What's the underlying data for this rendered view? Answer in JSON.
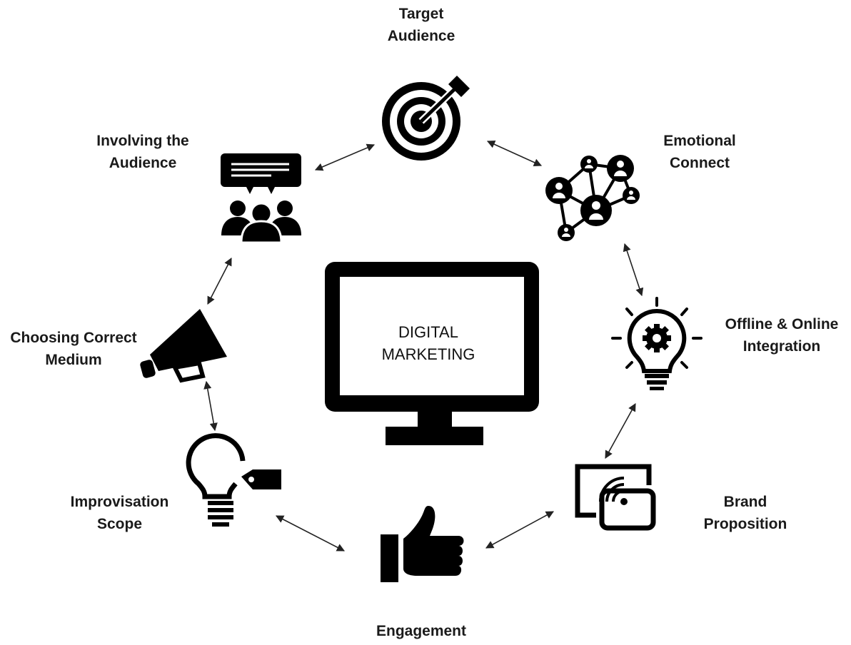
{
  "center": {
    "line1": "DIGITAL",
    "line2": "MARKETING"
  },
  "nodes": [
    {
      "id": "target-audience",
      "lines": [
        "Target",
        "Audience"
      ],
      "icon": "target-icon"
    },
    {
      "id": "emotional-connect",
      "lines": [
        "Emotional",
        "Connect"
      ],
      "icon": "network-people-icon"
    },
    {
      "id": "offline-online-integration",
      "lines": [
        "Offline & Online",
        "Integration"
      ],
      "icon": "lightbulb-gear-icon"
    },
    {
      "id": "brand-proposition",
      "lines": [
        "Brand",
        "Proposition"
      ],
      "icon": "wireless-screen-icon"
    },
    {
      "id": "engagement",
      "lines": [
        "Engagement"
      ],
      "icon": "thumbs-up-icon"
    },
    {
      "id": "improvisation-scope",
      "lines": [
        "Improvisation",
        "Scope"
      ],
      "icon": "lightbulb-tag-icon"
    },
    {
      "id": "choosing-correct-medium",
      "lines": [
        "Choosing Correct",
        "Medium"
      ],
      "icon": "megaphone-icon"
    },
    {
      "id": "involving-the-audience",
      "lines": [
        "Involving the",
        "Audience"
      ],
      "icon": "audience-speech-icon"
    }
  ],
  "connections": [
    [
      "target-audience",
      "emotional-connect"
    ],
    [
      "emotional-connect",
      "offline-online-integration"
    ],
    [
      "offline-online-integration",
      "brand-proposition"
    ],
    [
      "brand-proposition",
      "engagement"
    ],
    [
      "engagement",
      "improvisation-scope"
    ],
    [
      "improvisation-scope",
      "choosing-correct-medium"
    ],
    [
      "choosing-correct-medium",
      "involving-the-audience"
    ],
    [
      "involving-the-audience",
      "target-audience"
    ]
  ],
  "colors": {
    "icon": "#000000",
    "text": "#1a1a1a",
    "arrow": "#222222",
    "background": "#ffffff"
  }
}
